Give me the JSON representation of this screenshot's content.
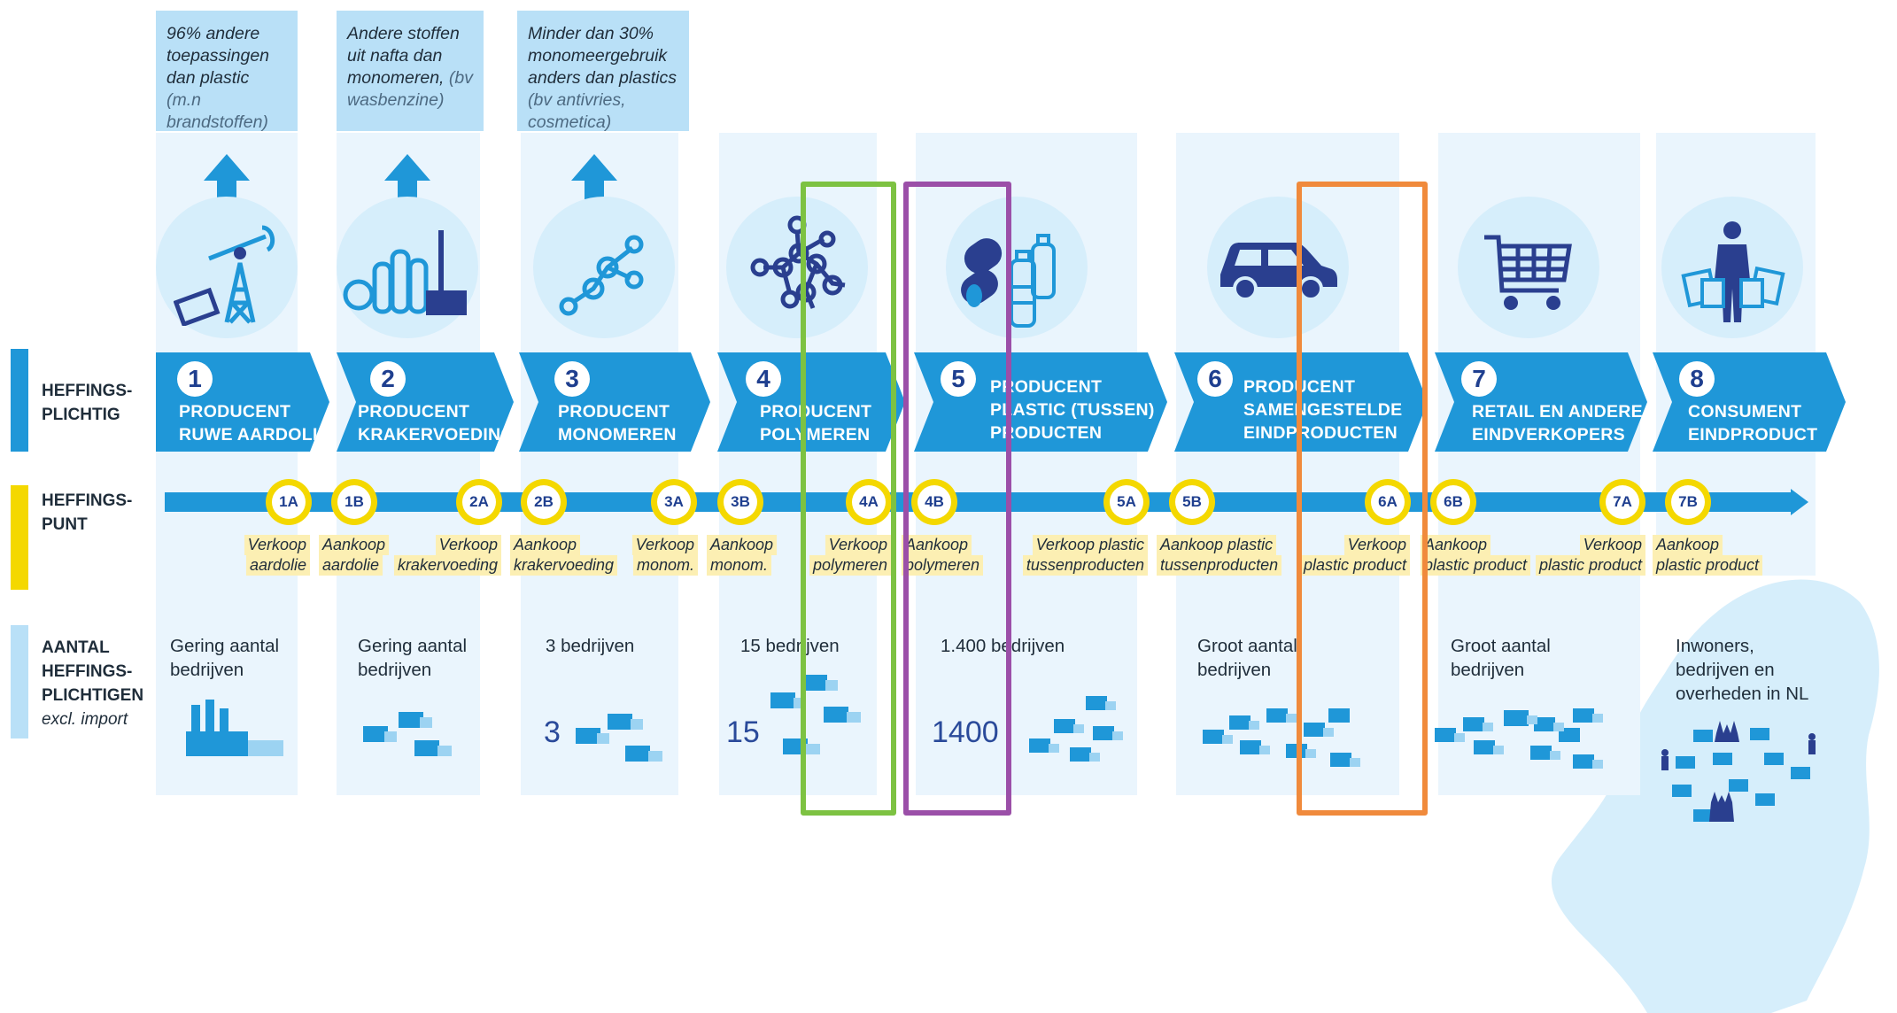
{
  "rows": {
    "plichtig": {
      "line1": "HEFFINGS-",
      "line2": "PLICHTIG",
      "color": "#1f97d8"
    },
    "punt": {
      "line1": "HEFFINGS-",
      "line2": "PUNT",
      "color": "#f4d800"
    },
    "aantal": {
      "line1": "AANTAL",
      "line2": "HEFFINGS-",
      "line3": "PLICHTIGEN",
      "line4": "excl. import",
      "color": "#b9e0f7"
    }
  },
  "top_notes": [
    {
      "main": "96% andere toepassingen dan plastic",
      "muted": "(m.n brandstoffen)"
    },
    {
      "main": "Andere stoffen uit nafta dan monomeren,",
      "muted": "(bv wasbenzine)"
    },
    {
      "main": "Minder dan 30% monomeergebruik anders dan plastics",
      "muted": "(bv antivries, cosmetica)"
    }
  ],
  "chain": [
    {
      "num": "1",
      "label": "PRODUCENT\nRUWE AARDOLIE",
      "icon": "oil-pump-icon"
    },
    {
      "num": "2",
      "label": "PRODUCENT\nKRAKERVOEDING",
      "icon": "refinery-icon"
    },
    {
      "num": "3",
      "label": "PRODUCENT\nMONOMEREN",
      "icon": "molecule-icon"
    },
    {
      "num": "4",
      "label": "PRODUCENT\nPOLYMEREN",
      "icon": "polymer-icon"
    },
    {
      "num": "5",
      "label": "PRODUCENT\nPLASTIC (TUSSEN)\nPRODUCTEN",
      "icon": "plastic-products-icon"
    },
    {
      "num": "6",
      "label": "PRODUCENT\nSAMENGESTELDE\nEINDPRODUCTEN",
      "icon": "car-icon"
    },
    {
      "num": "7",
      "label": "RETAIL EN ANDERE\nEINDVERKOPERS",
      "icon": "shopping-cart-icon"
    },
    {
      "num": "8",
      "label": "CONSUMENT\nEINDPRODUCT",
      "icon": "consumer-icon"
    }
  ],
  "points": [
    {
      "code": "1A",
      "l1": "Verkoop",
      "l2": "aardolie"
    },
    {
      "code": "1B",
      "l1": "Aankoop",
      "l2": "aardolie"
    },
    {
      "code": "2A",
      "l1": "Verkoop",
      "l2": "krakervoeding"
    },
    {
      "code": "2B",
      "l1": "Aankoop",
      "l2": "krakervoeding"
    },
    {
      "code": "3A",
      "l1": "Verkoop",
      "l2": "monom."
    },
    {
      "code": "3B",
      "l1": "Aankoop",
      "l2": "monom."
    },
    {
      "code": "4A",
      "l1": "Verkoop",
      "l2": "polymeren"
    },
    {
      "code": "4B",
      "l1": "Aankoop",
      "l2": "polymeren"
    },
    {
      "code": "5A",
      "l1": "Verkoop plastic",
      "l2": "tussenproducten"
    },
    {
      "code": "5B",
      "l1": "Aankoop plastic",
      "l2": "tussenproducten"
    },
    {
      "code": "6A",
      "l1": "Verkoop",
      "l2": "plastic product"
    },
    {
      "code": "6B",
      "l1": "Aankoop",
      "l2": "plastic product"
    },
    {
      "code": "7A",
      "l1": "Verkoop",
      "l2": "plastic product"
    },
    {
      "code": "7B",
      "l1": "Aankoop",
      "l2": "plastic product"
    }
  ],
  "counts": [
    {
      "text": "Gering aantal\nbedrijven",
      "number": ""
    },
    {
      "text": "Gering aantal\nbedrijven",
      "number": ""
    },
    {
      "text": "3 bedrijven",
      "number": "3"
    },
    {
      "text": "15 bedrijven",
      "number": "15"
    },
    {
      "text": "1.400 bedrijven",
      "number": "1400"
    },
    {
      "text": "Groot aantal\nbedrijven",
      "number": ""
    },
    {
      "text": "Groot aantal\nbedrijven",
      "number": ""
    },
    {
      "text": "Inwoners,\nbedrijven en\noverheden in NL",
      "number": ""
    }
  ],
  "colors": {
    "chevron": "#1f97d8",
    "point": "#f4d800",
    "column_bg": "#eaf5fd",
    "icon_dark": "#2a3f8f",
    "highlight_green": "#7dc242",
    "highlight_purple": "#9b4fa8",
    "highlight_orange": "#f08a3c"
  }
}
